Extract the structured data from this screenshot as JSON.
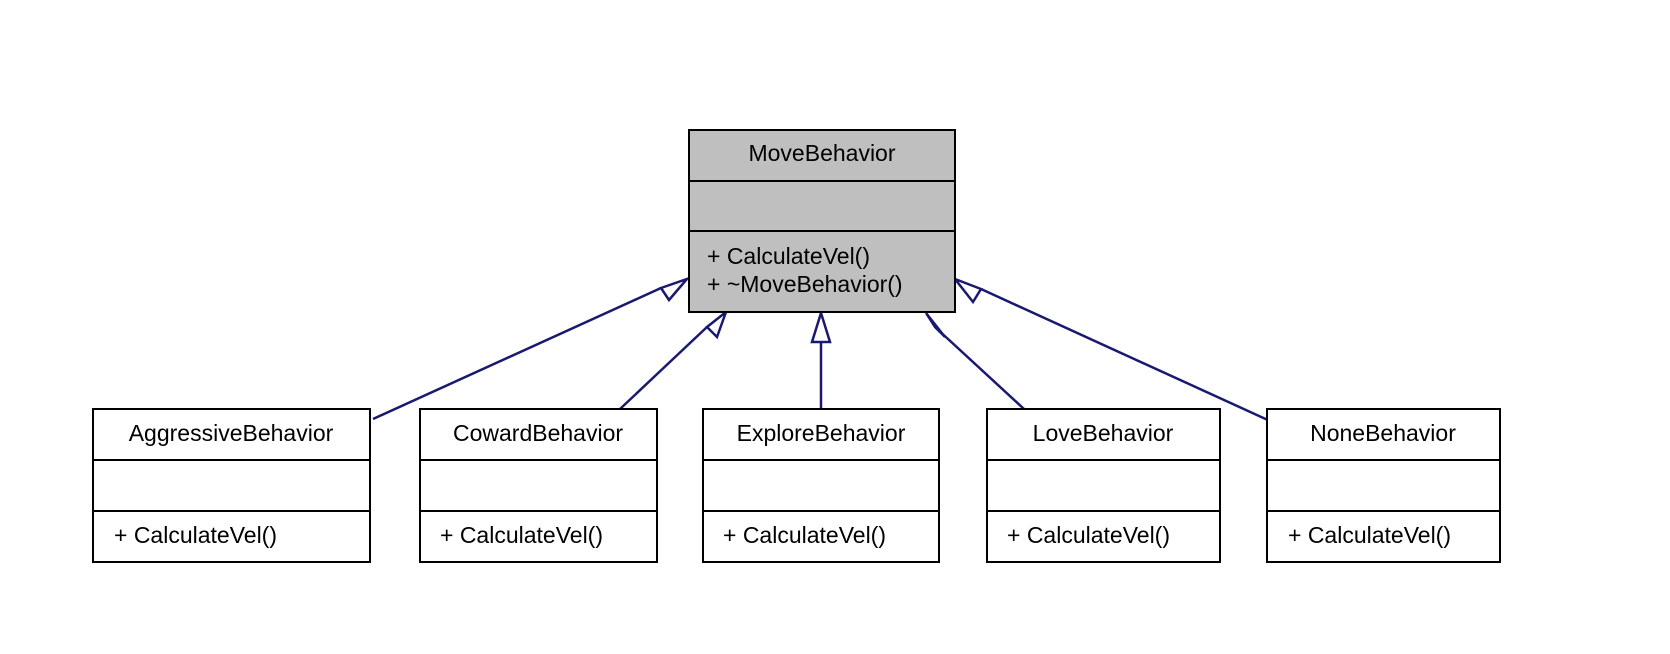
{
  "diagram": {
    "base_class": {
      "name": "MoveBehavior",
      "attributes": [],
      "methods": [
        "+ CalculateVel()",
        "+ ~MoveBehavior()"
      ],
      "fill": "#bfbfbf"
    },
    "derived_classes": [
      {
        "name": "AggressiveBehavior",
        "attributes": [],
        "methods": [
          "+ CalculateVel()"
        ]
      },
      {
        "name": "CowardBehavior",
        "attributes": [],
        "methods": [
          "+ CalculateVel()"
        ]
      },
      {
        "name": "ExploreBehavior",
        "attributes": [],
        "methods": [
          "+ CalculateVel()"
        ]
      },
      {
        "name": "LoveBehavior",
        "attributes": [],
        "methods": [
          "+ CalculateVel()"
        ]
      },
      {
        "name": "NoneBehavior",
        "attributes": [],
        "methods": [
          "+ CalculateVel()"
        ]
      }
    ],
    "relationship": "inheritance",
    "colors": {
      "edge": "#191970",
      "box_stroke": "#000000",
      "derived_fill": "#ffffff",
      "background": "#ffffff"
    }
  }
}
